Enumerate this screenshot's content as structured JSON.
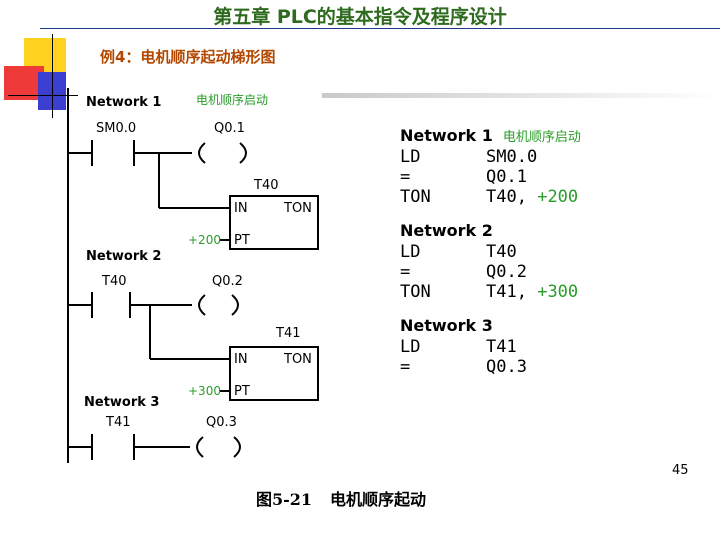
{
  "header": {
    "title": "第五章  PLC的基本指令及程序设计"
  },
  "slide": {
    "subtitle": "例4：电机顺序起动梯形图",
    "page_number": "45",
    "caption_num": "图5-21",
    "caption_text": "电机顺序起动"
  },
  "ladder": {
    "networks": [
      {
        "title": "Network 1",
        "comment": "电机顺序启动",
        "contact": "SM0.0",
        "coil": "Q0.1",
        "timer": "T40",
        "preset": "+200"
      },
      {
        "title": "Network 2",
        "contact": "T40",
        "coil": "Q0.2",
        "timer": "T41",
        "preset": "+300"
      },
      {
        "title": "Network 3",
        "contact": "T41",
        "coil": "Q0.3"
      }
    ],
    "timer_in": "IN",
    "timer_type": "TON",
    "timer_pt": "PT"
  },
  "stl": {
    "networks": [
      {
        "title": "Network 1",
        "comment": "电机顺序启动",
        "rows": [
          {
            "op": "LD",
            "arg": "SM0.0"
          },
          {
            "op": "=",
            "arg": "Q0.1"
          },
          {
            "op": "TON",
            "arg": "T40,",
            "extra": "+200"
          }
        ]
      },
      {
        "title": "Network 2",
        "rows": [
          {
            "op": "LD",
            "arg": "T40"
          },
          {
            "op": "=",
            "arg": "Q0.2"
          },
          {
            "op": "TON",
            "arg": "T41,",
            "extra": "+300"
          }
        ]
      },
      {
        "title": "Network 3",
        "rows": [
          {
            "op": "LD",
            "arg": "T41"
          },
          {
            "op": "=",
            "arg": "Q0.3"
          }
        ]
      }
    ]
  },
  "colors": {
    "title": "#2e6b1e",
    "subtitle": "#b34700",
    "comment": "#2a9d2a",
    "rule": "#1f3a8a"
  }
}
